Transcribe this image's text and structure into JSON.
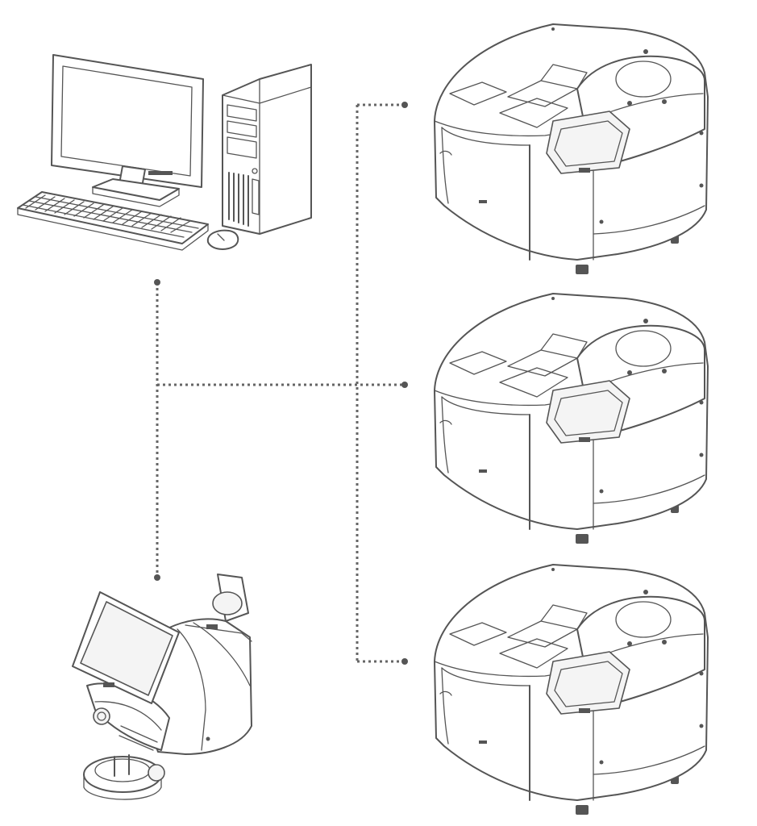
{
  "diagram": {
    "nodes": [
      {
        "id": "computer",
        "icon": "desktop-computer-icon"
      },
      {
        "id": "lens-meter",
        "icon": "lens-meter-icon"
      },
      {
        "id": "edger-1",
        "icon": "lens-edger-icon"
      },
      {
        "id": "edger-2",
        "icon": "lens-edger-icon"
      },
      {
        "id": "edger-3",
        "icon": "lens-edger-icon"
      }
    ],
    "connections": [
      {
        "from": "computer",
        "to": "lens-meter",
        "style": "dotted"
      },
      {
        "from": "computer",
        "to": "edger-1",
        "style": "dotted"
      },
      {
        "from": "computer",
        "to": "edger-2",
        "style": "dotted"
      },
      {
        "from": "computer",
        "to": "edger-3",
        "style": "dotted"
      }
    ],
    "colors": {
      "line": "#555555",
      "background": "#ffffff"
    }
  }
}
